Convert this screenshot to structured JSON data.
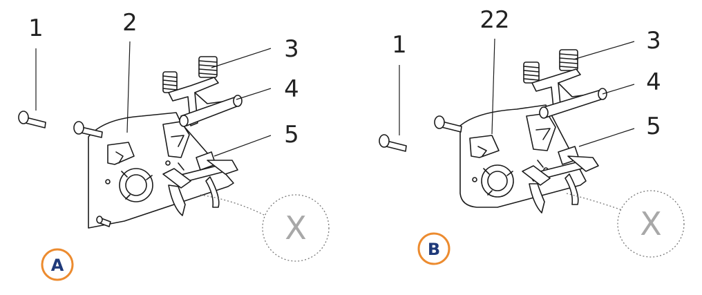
{
  "panels": [
    {
      "badge": "A",
      "callouts": [
        "1",
        "2",
        "3",
        "4",
        "5"
      ],
      "removed_marker": "X"
    },
    {
      "badge": "B",
      "callouts": [
        "1",
        "22",
        "3",
        "4",
        "5"
      ],
      "removed_marker": "X"
    }
  ],
  "colors": {
    "badge_ring": "#ec8b2f",
    "badge_text": "#1f3a7a",
    "line_art": "#1a1a1a",
    "marker_circle": "#777777"
  }
}
